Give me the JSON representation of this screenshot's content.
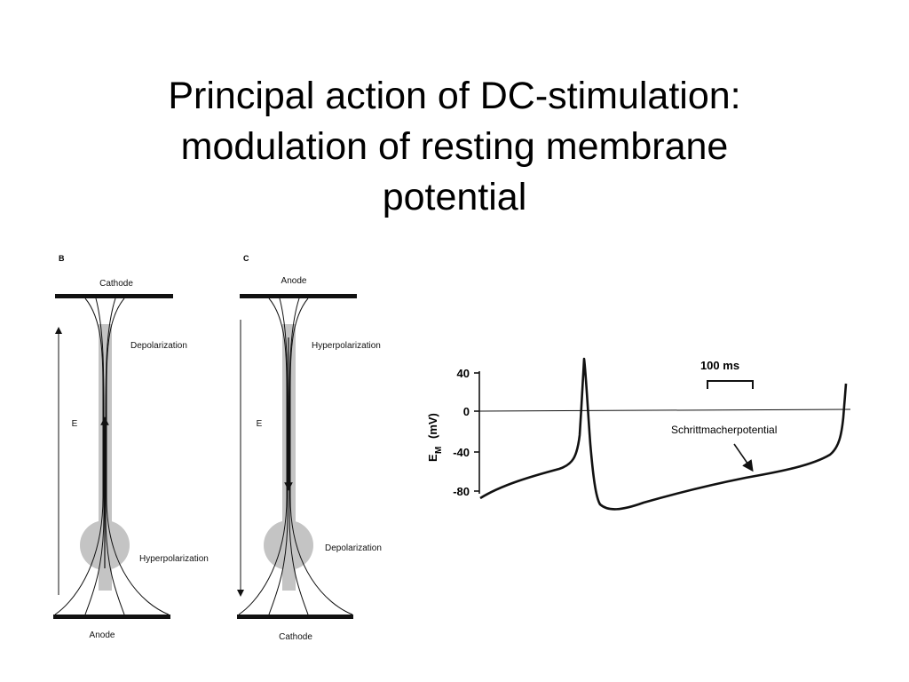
{
  "title_lines": [
    "Principal action of DC-stimulation:",
    "modulation of resting membrane",
    "potential"
  ],
  "panel_b": {
    "letter": "B",
    "top_electrode": "Cathode",
    "bottom_electrode": "Anode",
    "upper_effect": "Depolarization",
    "lower_effect": "Hyperpolarization",
    "field_label": "E",
    "field_direction": "up"
  },
  "panel_c": {
    "letter": "C",
    "top_electrode": "Anode",
    "bottom_electrode": "Cathode",
    "upper_effect": "Hyperpolarization",
    "lower_effect": "Depolarization",
    "field_label": "E",
    "field_direction": "down"
  },
  "trace": {
    "y_axis_label_main": "E",
    "y_axis_label_sub": "M",
    "y_axis_unit": "(mV)",
    "y_ticks": [
      "40",
      "0",
      "-40",
      "-80"
    ],
    "scale_bar_label": "100 ms",
    "annotation": "Schrittmacherpotential"
  },
  "colors": {
    "shading": "#c4c4c4",
    "line": "#111111"
  }
}
